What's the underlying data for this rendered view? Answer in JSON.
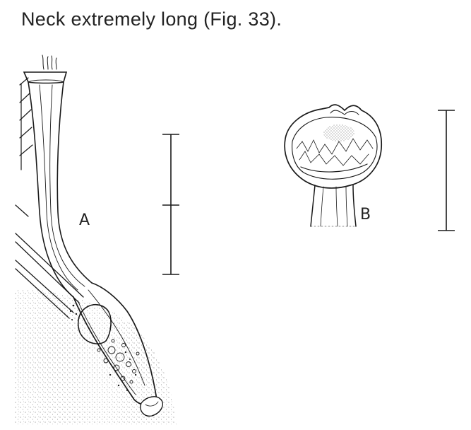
{
  "caption": "Neck extremely long (Fig. 33).",
  "panels": {
    "a": {
      "label": "A"
    },
    "b": {
      "label": "B"
    }
  },
  "colors": {
    "ink": "#1a1a1a",
    "background": "#ffffff",
    "stipple": "#555555"
  }
}
